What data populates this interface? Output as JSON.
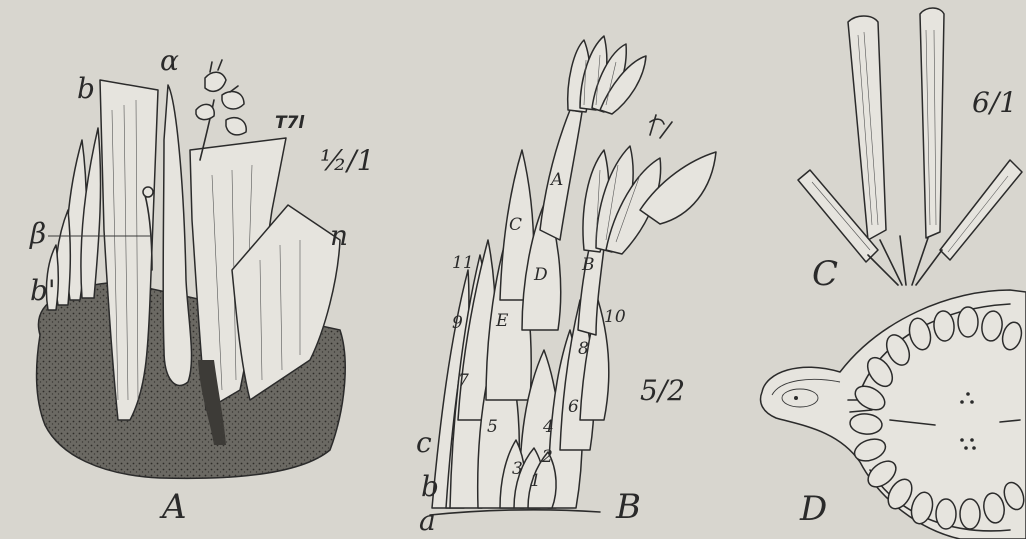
{
  "figures": {
    "A": {
      "label": "A",
      "scale": "½/1",
      "annotations": {
        "b": "b",
        "alpha": "α",
        "T7l": "T7l",
        "beta": "β",
        "b_prime": "b'",
        "n": "n"
      }
    },
    "B": {
      "label": "B",
      "scale": "5/2",
      "letters": [
        "A",
        "B",
        "C",
        "D",
        "E"
      ],
      "numbers": [
        "1",
        "2",
        "3",
        "4",
        "5",
        "6",
        "7",
        "8",
        "9",
        "10",
        "11"
      ],
      "bracts": [
        "a",
        "b",
        "c"
      ]
    },
    "C": {
      "label": "C",
      "scale": "6/1"
    },
    "D": {
      "label": "D"
    }
  }
}
